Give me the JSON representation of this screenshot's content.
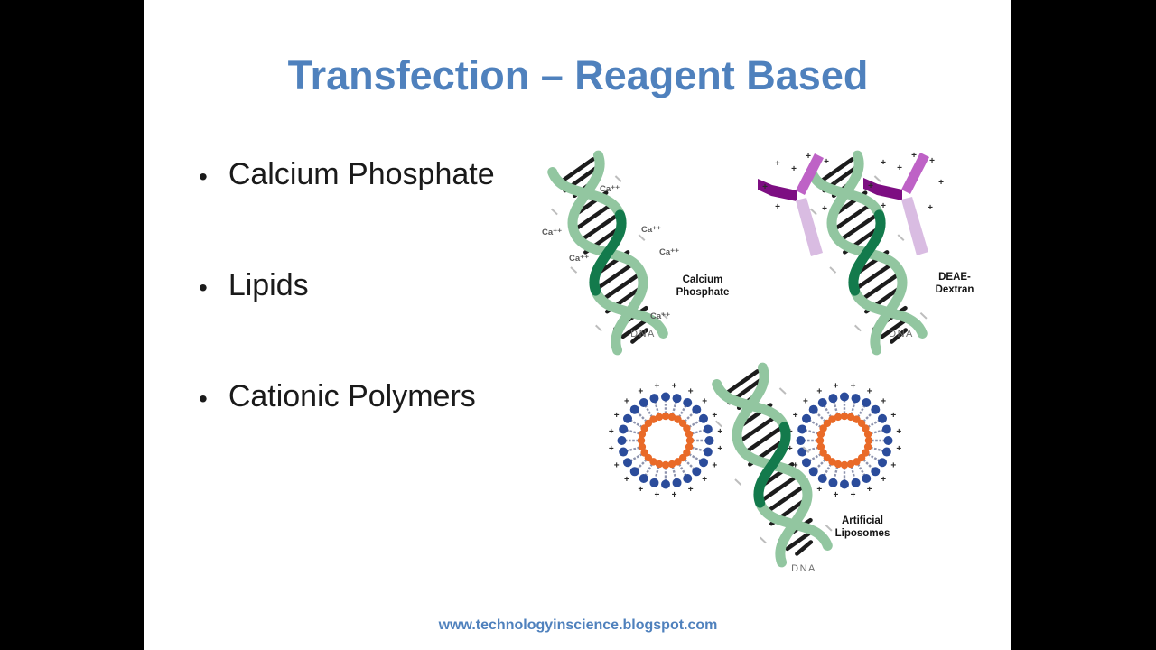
{
  "slide": {
    "title": "Transfection – Reagent Based",
    "bullet_char": "•",
    "bullets": [
      "Calcium Phosphate",
      "Lipids",
      "Cationic Polymers"
    ],
    "footer": "www.technologyinscience.blogspot.com"
  },
  "diagrams": {
    "calcium_phosphate": {
      "label_line1": "Calcium",
      "label_line2": "Phosphate",
      "ion_label": "Ca⁺⁺",
      "dna_label": "DNA"
    },
    "deae_dextran": {
      "label_line1": "DEAE-",
      "label_line2": "Dextran",
      "dna_label": "DNA"
    },
    "liposomes": {
      "label_line1": "Artificial",
      "label_line2": "Liposomes",
      "dna_label": "DNA"
    }
  },
  "colors": {
    "title_blue": "#4F81BD",
    "helix_light": "#92C6A0",
    "helix_dark": "#137A4C",
    "deae_dark": "#7D0E82",
    "deae_mid": "#BE62C6",
    "deae_light": "#D9BCE2",
    "liposome_orange": "#E96A28",
    "liposome_blue": "#2B4C9B"
  }
}
